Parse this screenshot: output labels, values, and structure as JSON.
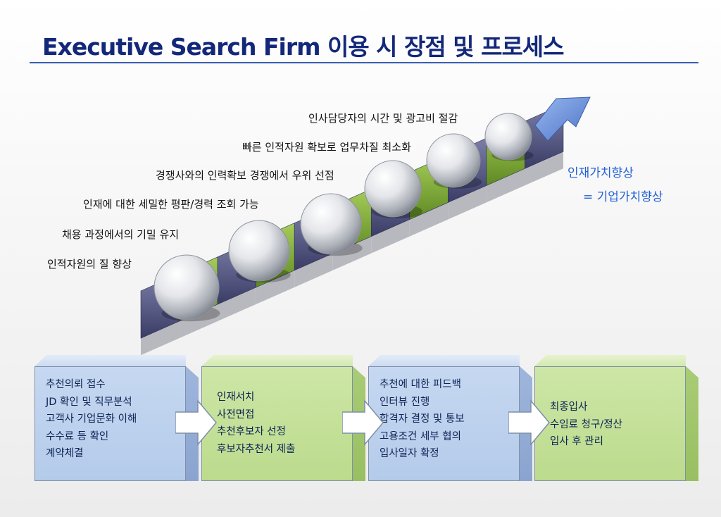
{
  "title": "Executive Search Firm 이용 시 장점 및 프로세스",
  "benefits": [
    "인사담당자의 시간 및 광고비 절감",
    "빠른 인적자원 확보로 업무차질 최소화",
    "경쟁사와의 인력확보 경쟁에서 우위 선점",
    "인재에 대한 세밀한 평판/경력 조회 가능",
    "채용 과정에서의 기밀 유지",
    "인적자원의 질 향상"
  ],
  "value_lines": [
    "인재가치향상",
    "= 기업가치향상"
  ],
  "process": [
    {
      "color": "blue",
      "lines": [
        "추천의뢰 접수",
        "JD 확인 및 직무분석",
        "고객사 기업문화 이해",
        "수수료 등 확인",
        "계약체결"
      ]
    },
    {
      "color": "green",
      "lines": [
        "인재서치",
        "사전면접",
        "추천후보자 선정",
        "후보자추천서 제출"
      ]
    },
    {
      "color": "blue",
      "lines": [
        "추천에 대한 피드백",
        "인터뷰 진행",
        "합격자 결정 및 통보",
        "고용조건 세부 협의",
        "입사일자 확정"
      ]
    },
    {
      "color": "green",
      "lines": [
        "최종입사",
        "수임료 청구/정산",
        "입사 후 관리"
      ]
    }
  ],
  "colors": {
    "title": "#13287a",
    "value": "#1f5fd6",
    "step_dark": "#4a4c7a",
    "step_green": "#7fa63a"
  }
}
